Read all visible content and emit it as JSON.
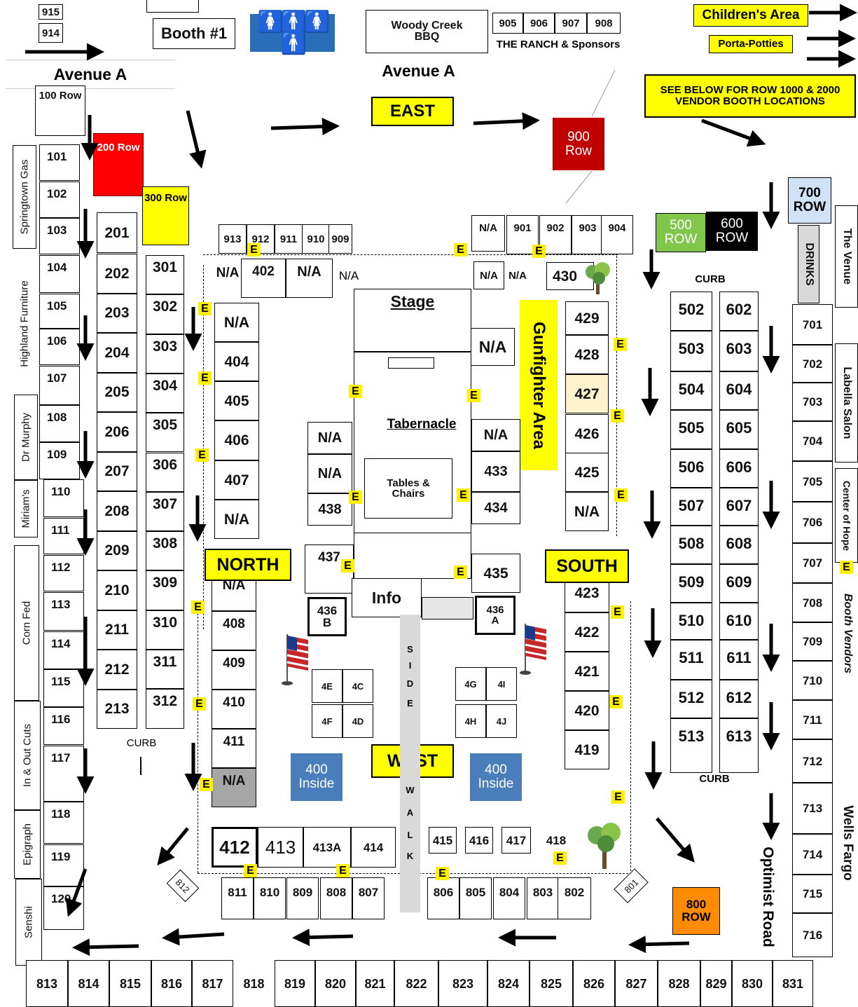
{
  "top": {
    "cut_915": "915",
    "cut_914": "914",
    "booth1": "Booth #1",
    "restroom_icons": "🚺🚹🚺🚹",
    "woody_creek": "Woody Creek BBQ",
    "ranch_booths": [
      "905",
      "906",
      "907",
      "908"
    ],
    "ranch_label": "THE RANCH & Sponsors",
    "childrens_area": "Children's Area",
    "porta_potties": "Porta-Potties",
    "avenue_a_left": "Avenue A",
    "avenue_a_center": "Avenue A",
    "east": "EAST",
    "see_below": "SEE BELOW FOR ROW 1000 & 2000 VENDOR BOOTH LOCATIONS",
    "row100": "100 Row",
    "row200": "200 Row",
    "row300": "300 Row",
    "row900": "900 Row",
    "row500": "500 ROW",
    "row600": "600 ROW",
    "row700": "700 ROW",
    "drinks": "DRINKS"
  },
  "businesses_left": [
    "Springtown Gas",
    "Highland Furniture",
    "Dr Murphy",
    "Miriam's",
    "Corn Fed",
    "In & Out Cuts",
    "Epigraph",
    "Senshi"
  ],
  "businesses_right": [
    "The Venue",
    "Labella Salon",
    "Center of Hope",
    "Booth Vendors",
    "Wells Fargo"
  ],
  "rows": {
    "row100": [
      "101",
      "102",
      "103",
      "104",
      "105",
      "106",
      "107",
      "108",
      "109",
      "110",
      "111",
      "112",
      "113",
      "114",
      "115",
      "116",
      "117",
      "118",
      "119",
      "120"
    ],
    "row200": [
      "201",
      "202",
      "203",
      "204",
      "205",
      "206",
      "207",
      "208",
      "209",
      "210",
      "211",
      "212",
      "213"
    ],
    "row300": [
      "301",
      "302",
      "303",
      "304",
      "305",
      "306",
      "307",
      "308",
      "309",
      "310",
      "311",
      "312"
    ],
    "row500": [
      "502",
      "503",
      "504",
      "505",
      "506",
      "507",
      "508",
      "509",
      "510",
      "511",
      "512",
      "513"
    ],
    "row600": [
      "602",
      "603",
      "604",
      "605",
      "606",
      "607",
      "608",
      "609",
      "610",
      "611",
      "612",
      "613"
    ],
    "row700": [
      "701",
      "702",
      "703",
      "704",
      "705",
      "706",
      "707",
      "708",
      "709",
      "710",
      "711",
      "712",
      "713",
      "714",
      "715",
      "716"
    ],
    "row900_top": [
      "913",
      "912",
      "911",
      "910",
      "909"
    ],
    "row900_right": [
      "N/A",
      "901",
      "902",
      "903",
      "904"
    ],
    "row800_mid_left": [
      "811",
      "810",
      "809",
      "808",
      "807"
    ],
    "row800_mid_right": [
      "806",
      "805",
      "804",
      "803",
      "802"
    ],
    "row800_bottom": [
      "813",
      "814",
      "815",
      "816",
      "817",
      "818",
      "819",
      "820",
      "821",
      "822",
      "823",
      "824",
      "825",
      "826",
      "827",
      "828",
      "829",
      "830",
      "831"
    ],
    "row400_left": [
      "N/A",
      "404",
      "405",
      "406",
      "407",
      "N/A"
    ],
    "row400_left_lower": [
      "N/A",
      "408",
      "409",
      "410",
      "411",
      "N/A"
    ],
    "row400_right": [
      "429",
      "428",
      "427",
      "426",
      "425",
      "N/A"
    ],
    "row400_right_lower": [
      "423",
      "422",
      "421",
      "420",
      "419"
    ],
    "row400_bottom_left": [
      "412",
      "413",
      "413A",
      "414"
    ],
    "row400_bottom_right": [
      "415",
      "416",
      "417",
      "418"
    ]
  },
  "center": {
    "na": "N/A",
    "b402": "402",
    "b430": "430",
    "stage": "Stage",
    "tabernacle": "Tabernacle",
    "tables_chairs": "Tables & Chairs",
    "gunfighter": "Gunfighter Area",
    "b433": "433",
    "b434": "434",
    "b435": "435",
    "b437": "437",
    "b438": "438",
    "b436b": "436 B",
    "b436a": "436 A",
    "info": "Info",
    "north": "NORTH",
    "south": "SOUTH",
    "west": "WEST",
    "inside": "400 Inside",
    "sidewalk": "SIDEWALK",
    "small_booths": [
      "4E",
      "4C",
      "4F",
      "4D",
      "4G",
      "4I",
      "4H",
      "4J"
    ],
    "e": "E"
  },
  "labels": {
    "curb": "CURB",
    "optimist_road": "Optimist Road",
    "b801": "801",
    "b812": "812",
    "row800": "800 ROW"
  },
  "colors": {
    "yellow": "#ffff00",
    "red200": "#ff0000",
    "red900": "#c00000",
    "green500": "#7fc64b",
    "black600": "#000000",
    "blue700": "#cfe2f6",
    "orange800": "#ff8c00",
    "blue400": "#4a7ebb",
    "grey_na": "#a6a6a6",
    "cream427": "#fff2cc"
  }
}
